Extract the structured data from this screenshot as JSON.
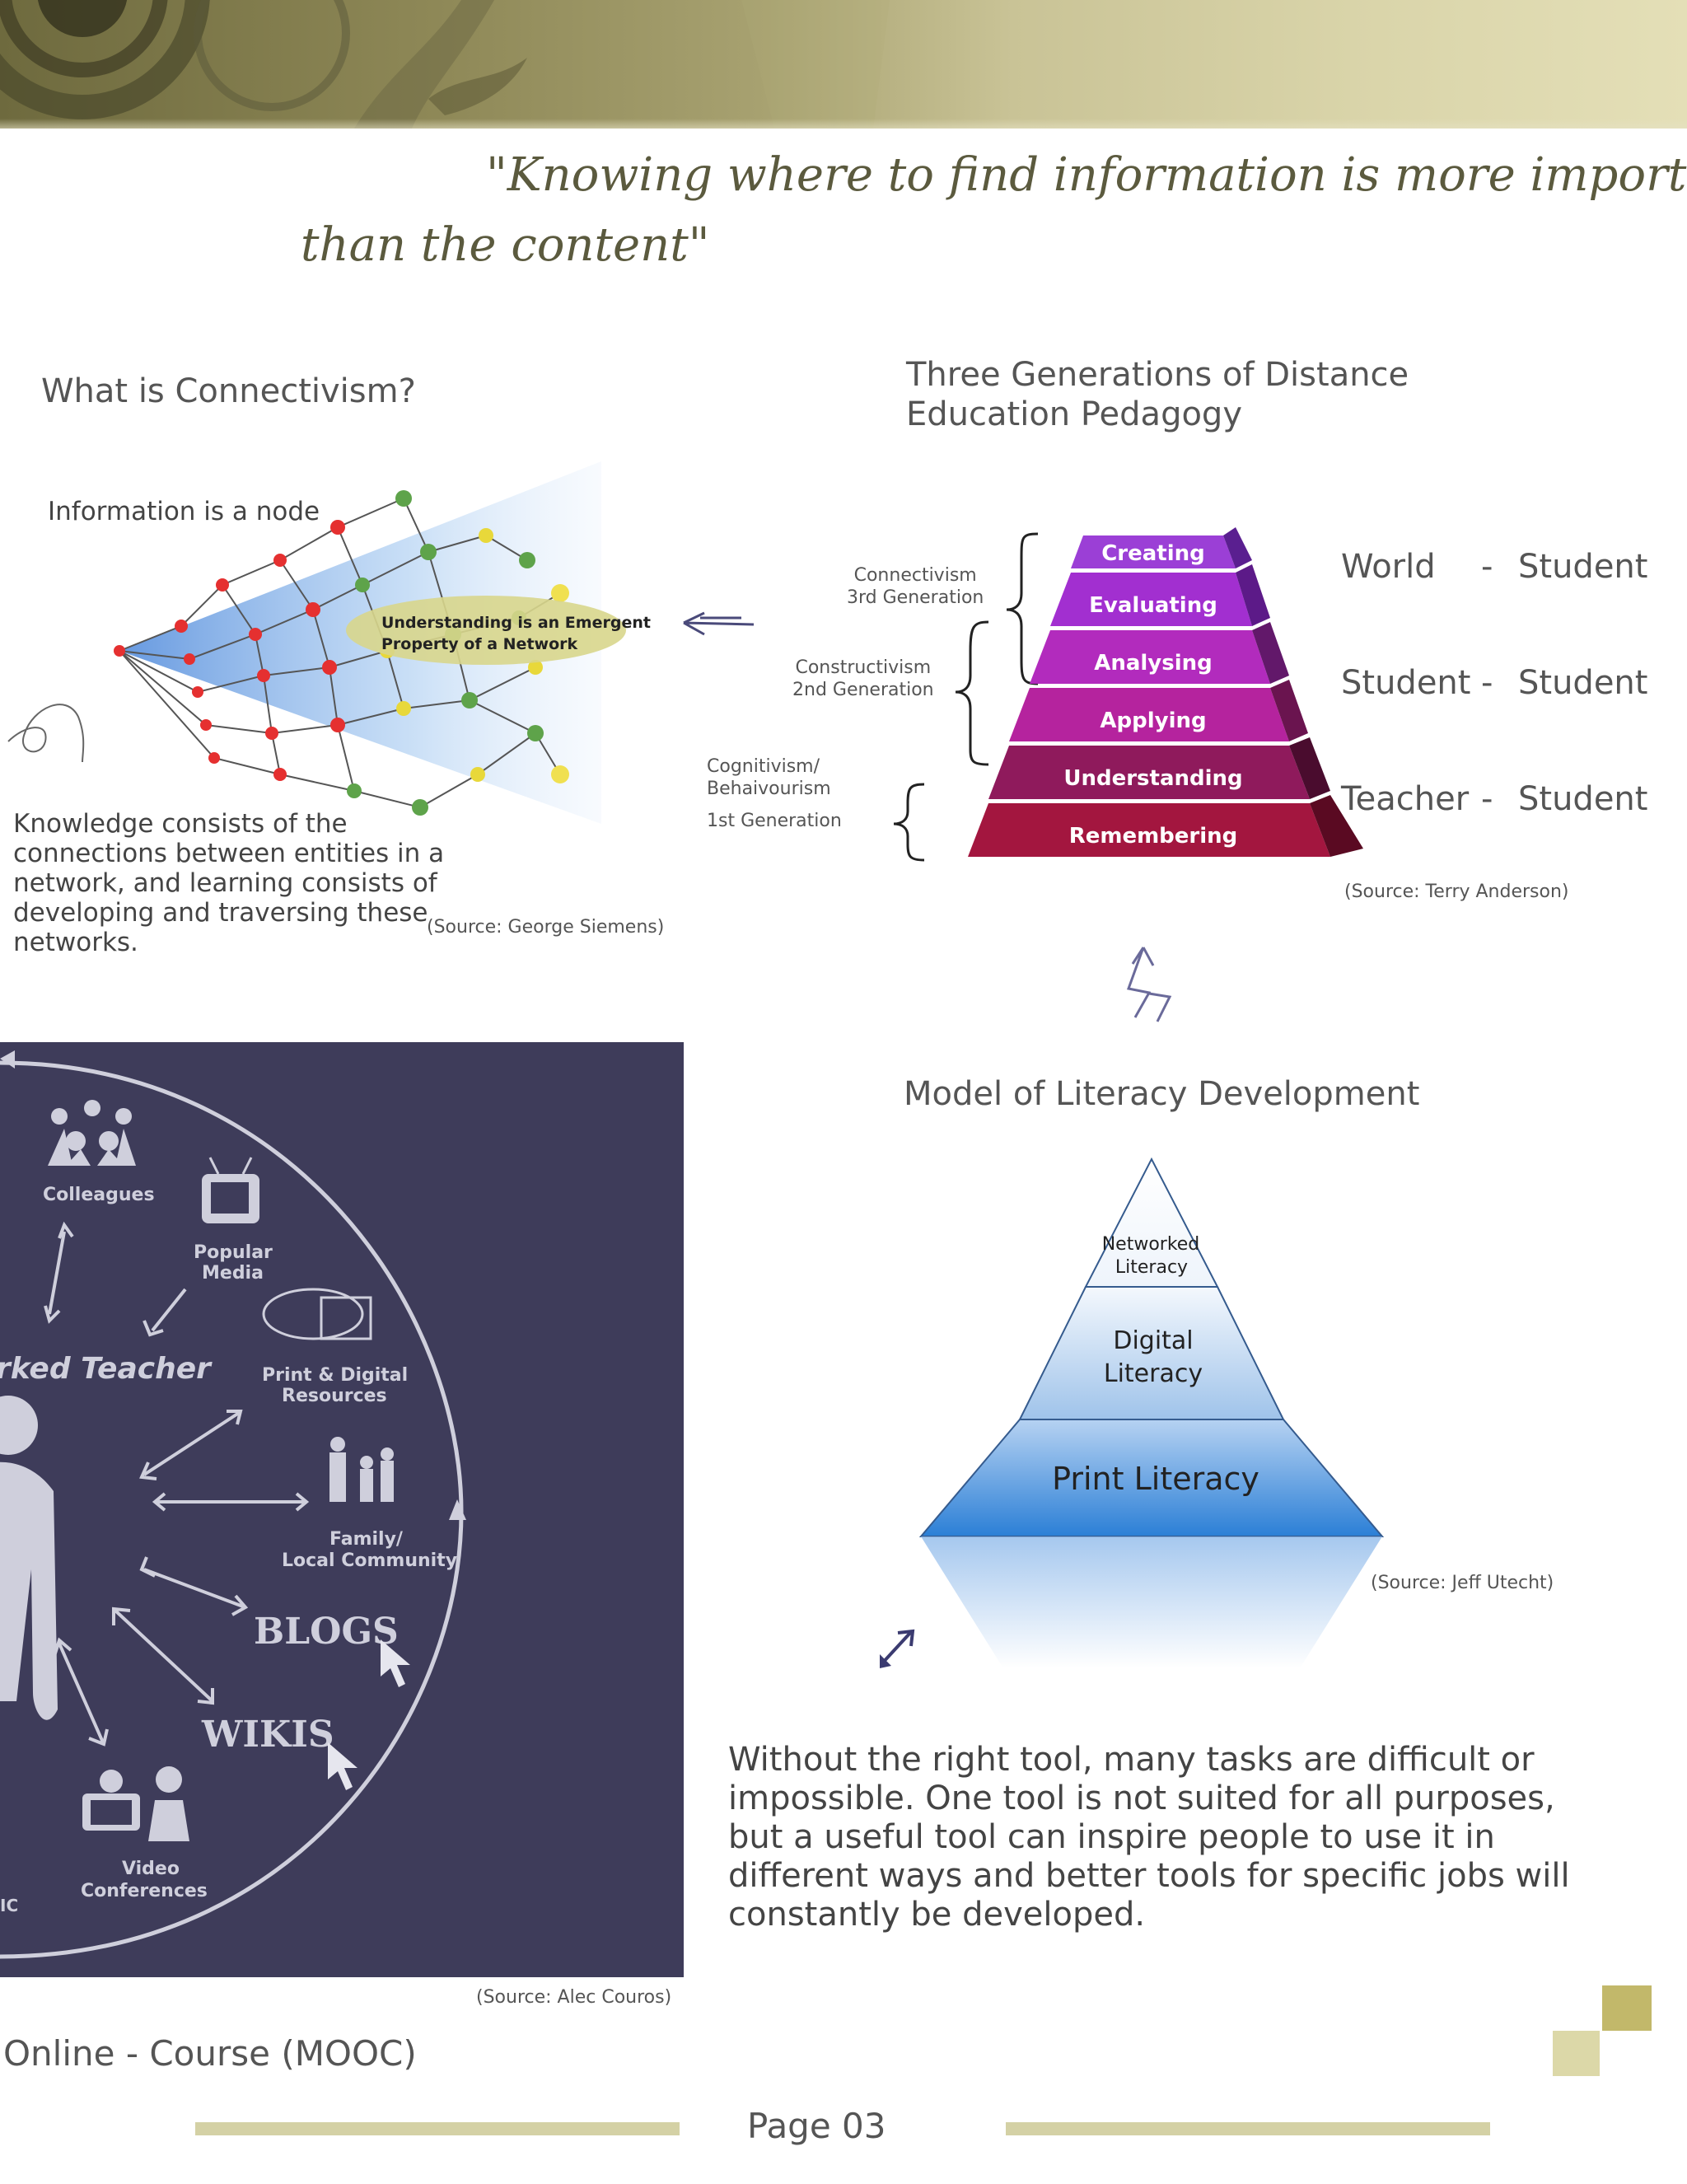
{
  "quote": {
    "line1": "\"Knowing where to find information is more important",
    "line2": "than the content\""
  },
  "connectivism": {
    "heading": "What is Connectivism?",
    "node_label": "Information is a node",
    "bubble_line1": "Understanding is an Emergent",
    "bubble_line2": "Property of a Network",
    "description": "Knowledge consists of the connections between entities in a network, and learning consists of developing and traversing these networks.",
    "source": "(Source: George Siemens)"
  },
  "generations": {
    "heading_line1": "Three Generations of Distance",
    "heading_line2": "Education Pedagogy",
    "levels": [
      "Creating",
      "Evaluating",
      "Analysing",
      "Applying",
      "Understanding",
      "Remembering"
    ],
    "level_colors": [
      "#9b3fd6",
      "#a22fd0",
      "#b22bbd",
      "#b5239e",
      "#8f1a5c",
      "#a3163f"
    ],
    "left_labels": [
      {
        "line1": "Connectivism",
        "line2": "3rd Generation"
      },
      {
        "line1": "Constructivism",
        "line2": "2nd Generation"
      },
      {
        "line1": "Cognitivism/",
        "line2": "Behaivourism",
        "line3": "1st Generation"
      }
    ],
    "right_labels": [
      {
        "left": "World",
        "dash": "-",
        "right": "Student"
      },
      {
        "left": "Student",
        "dash": "-",
        "right": "Student"
      },
      {
        "left": "Teacher",
        "dash": "-",
        "right": "Student"
      }
    ],
    "source": "(Source: Terry Anderson)"
  },
  "networked_teacher": {
    "title": "rked Teacher",
    "nodes": [
      "Colleagues",
      "Popular Media",
      "Print & Digital Resources",
      "Family/ Local Community",
      "BLOGS",
      "WIKIS",
      "Video Conferences"
    ],
    "edge_fragment": "IC",
    "source": "(Source: Alec Couros)"
  },
  "literacy": {
    "heading": "Model of Literacy Development",
    "top_line1": "Networked",
    "top_line2": "Literacy",
    "mid_line1": "Digital",
    "mid_line2": "Literacy",
    "bottom": "Print Literacy",
    "source": "(Source: Jeff Utecht)"
  },
  "tool_text": "Without the right tool, many tasks are difficult or impossible. One tool is not suited for all purposes, but a useful tool can inspire people to use it in different ways and better tools for specific jobs will constantly be developed.",
  "footer": {
    "course": "Online - Course (MOOC)",
    "page": "Page 03",
    "accent_dark": "#c2b86a",
    "accent_light": "#dcd8a8"
  }
}
